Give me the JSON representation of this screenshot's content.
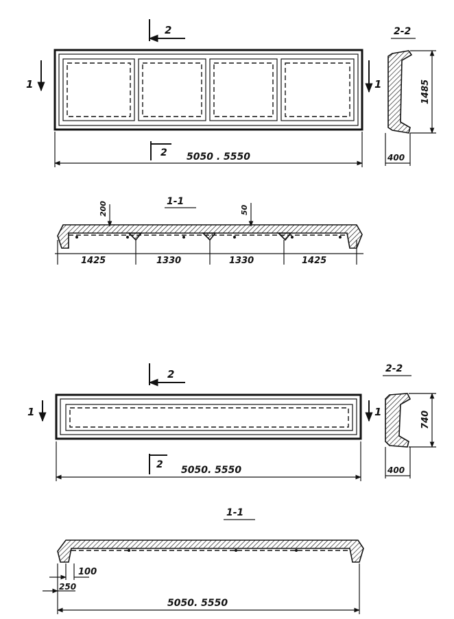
{
  "panel_top": {
    "section_marker_top": "2",
    "section_marker_bottom": "2",
    "section_marker_left": "1",
    "section_marker_right": "1",
    "length_dimension": "5050 . 5550",
    "section_2_2": {
      "title": "2-2",
      "height_dimension": "1485",
      "width_dimension": "400"
    },
    "section_1_1": {
      "title": "1-1",
      "dim_200": "200",
      "dim_50": "50",
      "spans": [
        "1425",
        "1330",
        "1330",
        "1425"
      ]
    }
  },
  "panel_bottom": {
    "section_marker_top": "2",
    "section_marker_bottom": "2",
    "section_marker_left": "1",
    "section_marker_right": "1",
    "length_dimension": "5050. 5550",
    "section_2_2": {
      "title": "2-2",
      "height_dimension": "740",
      "width_dimension": "400"
    },
    "section_1_1": {
      "title": "1-1",
      "dim_100": "100",
      "dim_250": "250",
      "length_dimension": "5050. 5550"
    }
  }
}
